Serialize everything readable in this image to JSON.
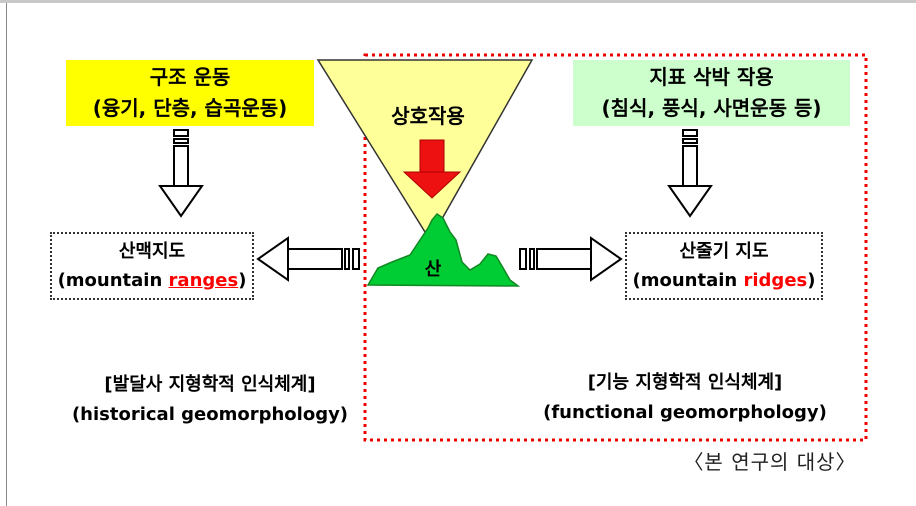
{
  "structural": {
    "title": "구조 운동",
    "examples": "(융기, 단층, 습곡운동)"
  },
  "surface": {
    "title": "지표 삭박 작용",
    "examples": "(침식, 풍식, 사면운동 등)"
  },
  "interaction_label": "상호작용",
  "mountain_label": "산",
  "left_map": {
    "title": "산맥지도",
    "en_prefix": "(mountain ",
    "en_highlight": "ranges",
    "en_suffix": ")"
  },
  "right_map": {
    "title": "산줄기 지도",
    "en_prefix": "(mountain ",
    "en_highlight": "ridges",
    "en_suffix": ")"
  },
  "left_caption": {
    "ko": "[발달사 지형학적 인식체계]",
    "en": "(historical geomorphology)"
  },
  "right_caption": {
    "ko": "[기능 지형학적 인식체계]",
    "en": "(functional geomorphology)"
  },
  "study_scope": "〈본 연구의 대상〉",
  "colors": {
    "structural_bg": "#ffff00",
    "surface_bg": "#ccffcc",
    "triangle_fill": "#ffff99",
    "mountain_fill": "#00cc33",
    "red_arrow": "#ee1111",
    "dashed_border": "#ee0000",
    "highlight_text": "#ff0000"
  }
}
